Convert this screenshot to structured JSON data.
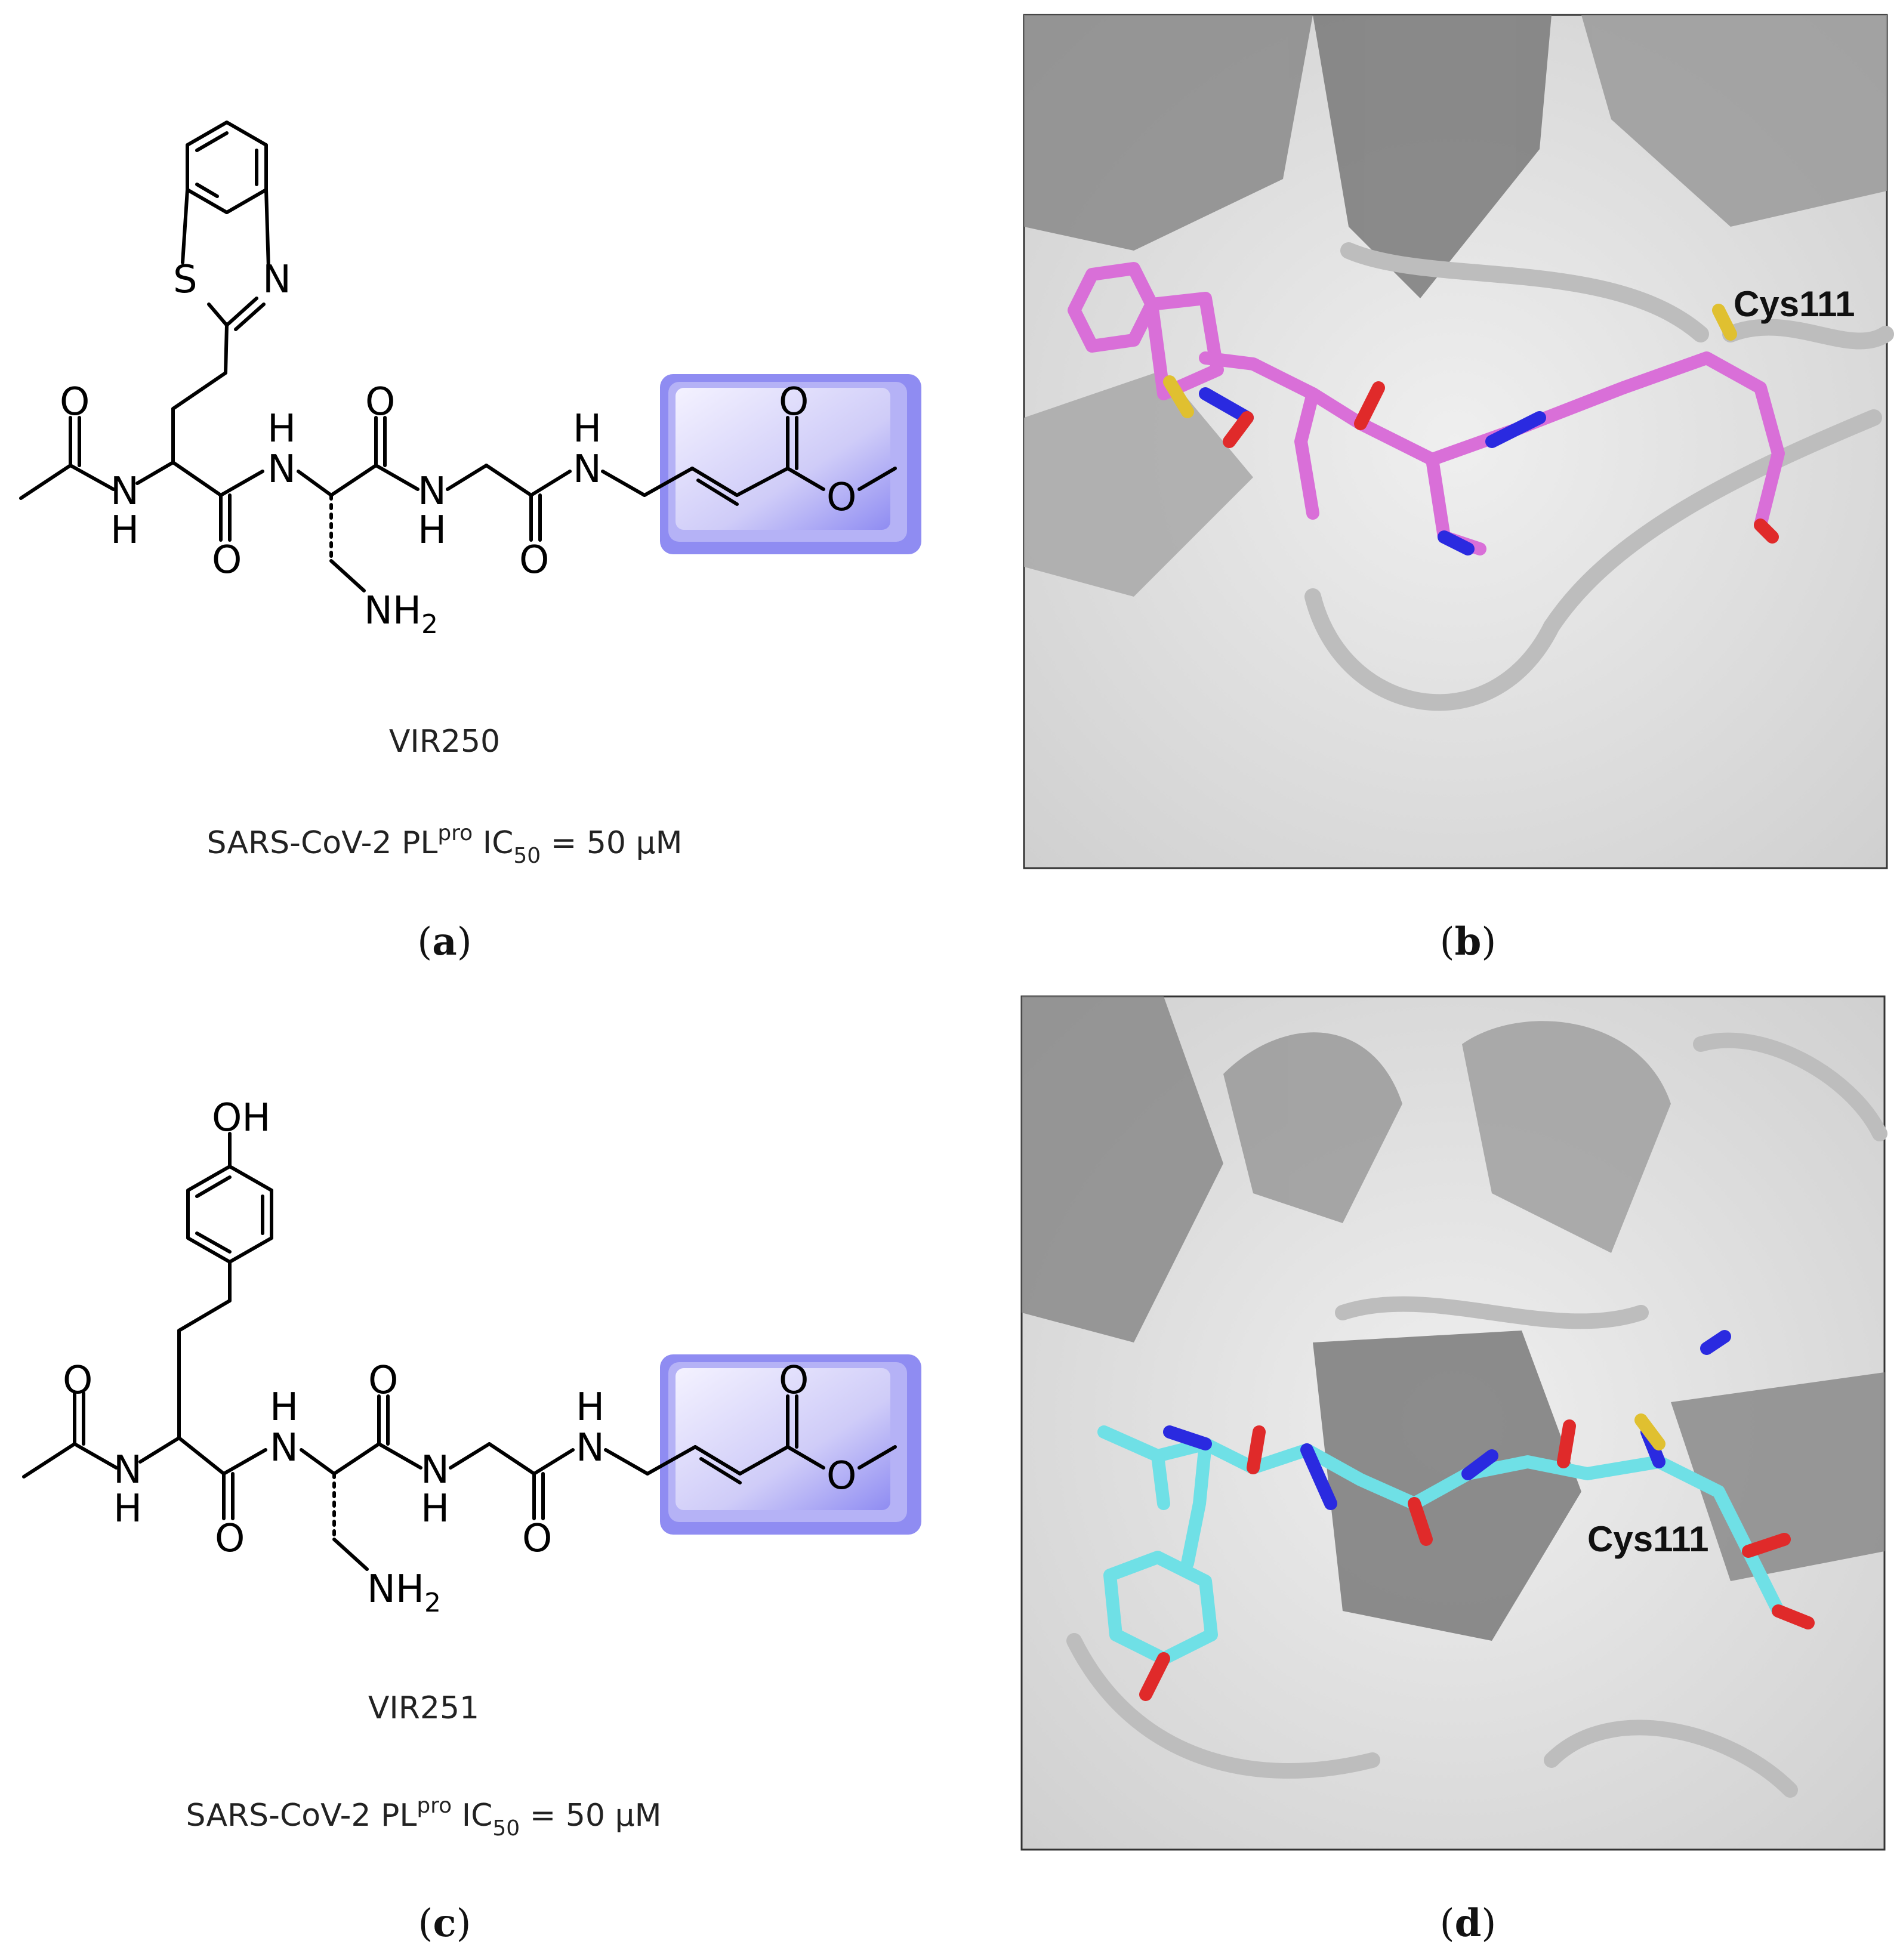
{
  "panels": {
    "a": {
      "caption": "a",
      "compound": "VIR250",
      "activity_pre": "SARS-CoV-2 PL",
      "activity_sup": "pro",
      "activity_mid": " IC",
      "activity_sub": "50",
      "activity_post": " = 50 µM",
      "atoms": {
        "S": "S",
        "N_ring": "N",
        "O1": "O",
        "O2": "O",
        "O3": "O",
        "O4": "O",
        "O5": "O",
        "O6": "O",
        "NH1_H": "H",
        "NH1_N": "N",
        "NH2_H": "H",
        "NH2_N": "N",
        "NH3_N": "N",
        "NH3_H": "H",
        "NH4_H": "H",
        "NH4_N": "N",
        "NH2_amine": "NH",
        "NH2_sub": "2"
      }
    },
    "b": {
      "caption": "b",
      "residue_label": "Cys111",
      "ligand_color": "#d96fd8"
    },
    "c": {
      "caption": "c",
      "compound": "VIR251",
      "activity_pre": "SARS-CoV-2 PL",
      "activity_sup": "pro",
      "activity_mid": " IC",
      "activity_sub": "50",
      "activity_post": " = 50 µM",
      "atoms": {
        "OH": "OH",
        "O1": "O",
        "O2": "O",
        "O3": "O",
        "O4": "O",
        "O5": "O",
        "O6": "O",
        "NH1_H": "H",
        "NH1_N": "N",
        "NH2_H": "H",
        "NH2_N": "N",
        "NH3_N": "N",
        "NH3_H": "H",
        "NH4_H": "H",
        "NH4_N": "N",
        "NH2_amine": "NH",
        "NH2_sub": "2"
      }
    },
    "d": {
      "caption": "d",
      "residue_label": "Cys111",
      "ligand_color": "#6fe0e6"
    }
  },
  "colors": {
    "warhead_box": "#8f8cf2",
    "protein": "#8a8a8a",
    "surface": "#d8d8d8",
    "sulfur": "#e0c030",
    "nitrogen": "#2a2ae0",
    "oxygen": "#e02a2a"
  }
}
